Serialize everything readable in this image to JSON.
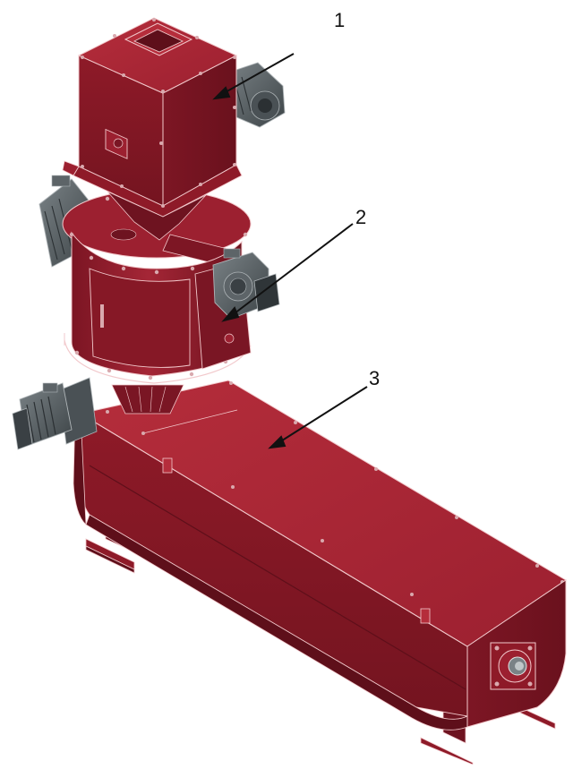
{
  "callouts": {
    "c1": "1",
    "c2": "2",
    "c3": "3"
  },
  "colors": {
    "body_red": "#9b1f2c",
    "body_red_light": "#b12a38",
    "body_red_dark": "#6e1320",
    "edge_highlight": "#f2c9cc",
    "motor_gray": "#5d6468",
    "motor_gray_dark": "#3a4044",
    "leader_line": "#111111"
  },
  "icons": {
    "machine": "screw-conveyor-with-rotary-feeder-illustration"
  }
}
